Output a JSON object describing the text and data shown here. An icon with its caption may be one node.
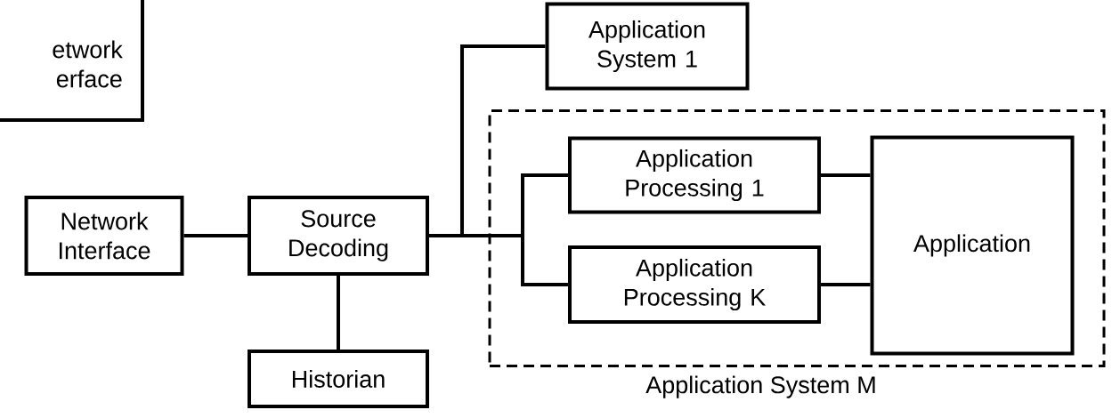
{
  "diagram": {
    "nodes": [
      {
        "text": [
          "etwork erface"
        ]
      },
      {
        "text": [
          "Application System 1"
        ]
      },
      {
        "text": [
          "Application System M"
        ]
      },
      {
        "text": [
          "Network Interface"
        ]
      },
      {
        "text": [
          "Source Decoding"
        ]
      },
      {
        "text": [
          "Application Processing 1"
        ],
        "in": 2
      },
      {
        "text": [
          "Application Processing K"
        ],
        "in": 2
      },
      {
        "text": [
          "Application"
        ],
        "in": 2
      },
      {
        "text": [
          "Historian"
        ]
      }
    ],
    "edges": [
      {
        "from": 3,
        "to": 4,
        "arrow": "none"
      },
      {
        "from": 4,
        "to": 1,
        "arrow": "none"
      },
      {
        "from": 4,
        "to": 5,
        "arrow": "none"
      },
      {
        "from": 4,
        "to": 6,
        "arrow": "none"
      },
      {
        "from": 4,
        "to": 8,
        "arrow": "none"
      },
      {
        "from": 5,
        "to": 7,
        "arrow": "none"
      },
      {
        "from": 6,
        "to": 7,
        "arrow": "none"
      }
    ]
  }
}
